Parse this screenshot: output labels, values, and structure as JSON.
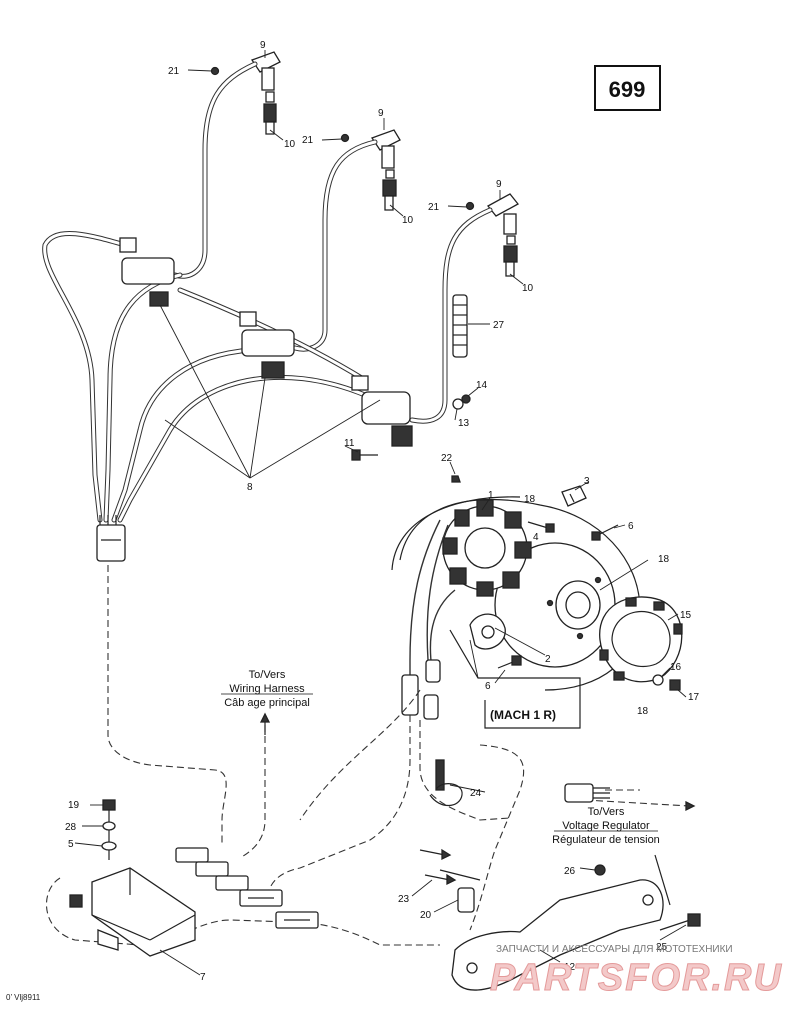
{
  "diagram_number": "699",
  "figure_code": "0’ Vlj8911",
  "callouts": {
    "1": "1",
    "2": "2",
    "3": "3",
    "4": "4",
    "5": "5",
    "6": "6",
    "7": "7",
    "8": "8",
    "9": "9",
    "10": "10",
    "11": "11",
    "12": "12",
    "13": "13",
    "14": "14",
    "15": "15",
    "16": "16",
    "17": "17",
    "18": "18",
    "19": "19",
    "20": "20",
    "21": "21",
    "22": "22",
    "23": "23",
    "24": "24",
    "25": "25",
    "26": "26",
    "27": "27",
    "28": "28"
  },
  "mach_label": "(MACH 1 R)",
  "wiring_harness": {
    "line1": "To/Vers",
    "line2": "Wiring Harness",
    "line3": "Câb age principal"
  },
  "voltage_regulator": {
    "line1": "To/Vers",
    "line2": "Voltage Regulator",
    "line3": "Régulateur de tension"
  },
  "watermark": {
    "top": "ЗАПЧАСТИ И АКСЕССУАРЫ ДЛЯ МОТОТЕХНИКИ",
    "brand": "PARTSFOR.RU"
  }
}
